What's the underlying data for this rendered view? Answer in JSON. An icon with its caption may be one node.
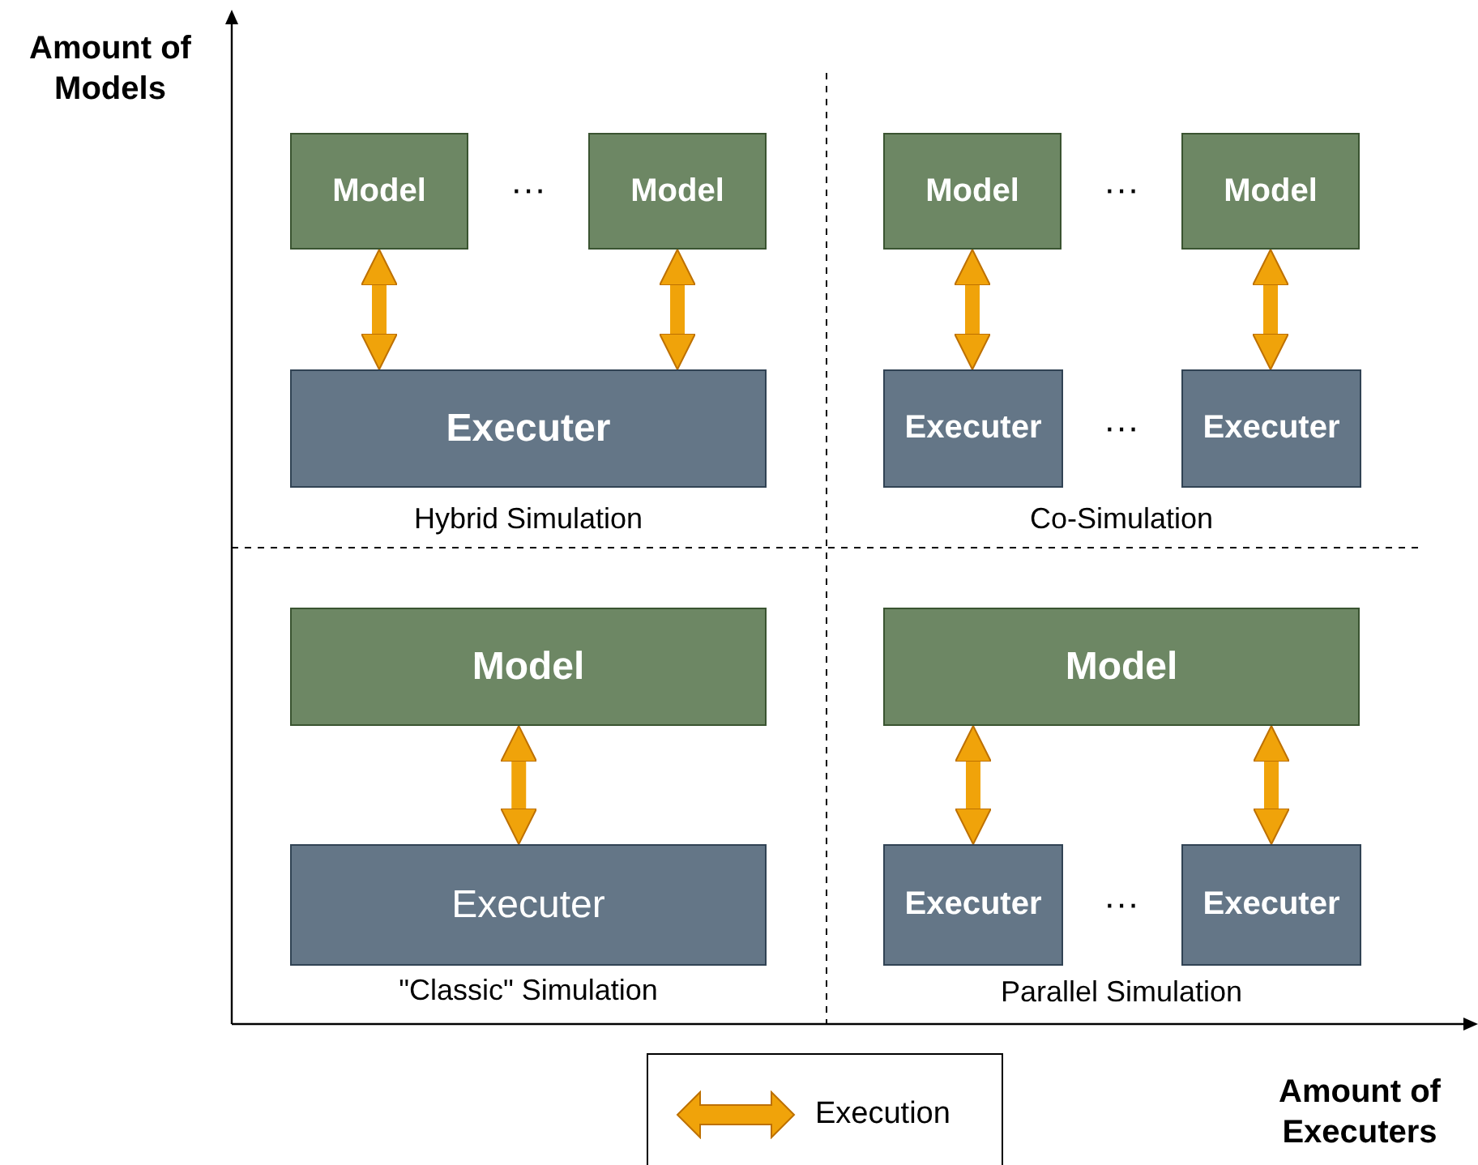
{
  "diagram": {
    "nodes": [
      {
        "text": [
          "Model"
        ]
      },
      {
        "text": [
          "Model"
        ]
      },
      {
        "text": [
          "Model"
        ]
      },
      {
        "text": [
          "Model"
        ]
      },
      {
        "text": [
          "Executer"
        ]
      },
      {
        "text": [
          "Executer"
        ]
      },
      {
        "text": [
          "Executer"
        ]
      },
      {
        "text": [
          "Model"
        ]
      },
      {
        "text": [
          "Model"
        ]
      },
      {
        "text": [
          "Executer"
        ]
      },
      {
        "text": [
          "Executer"
        ]
      },
      {
        "text": [
          "Executer"
        ]
      }
    ],
    "edges": [
      {
        "from": 0,
        "to": 4,
        "arrow": "both"
      },
      {
        "from": 1,
        "to": 4,
        "arrow": "both"
      },
      {
        "from": 2,
        "to": 5,
        "arrow": "both"
      },
      {
        "from": 3,
        "to": 6,
        "arrow": "both"
      },
      {
        "from": 7,
        "to": 9,
        "arrow": "both"
      },
      {
        "from": 8,
        "to": 10,
        "arrow": "both"
      },
      {
        "from": 8,
        "to": 11,
        "arrow": "both"
      }
    ],
    "labels": [
      "Amount of Models",
      "···",
      "···",
      "···",
      "Hybrid Simulation",
      "Co-Simulation",
      "···",
      "\"Classic\" Simulation",
      "Parallel Simulation",
      "Amount of Executers"
    ],
    "legend": [
      {
        "text": "Execution"
      }
    ]
  }
}
